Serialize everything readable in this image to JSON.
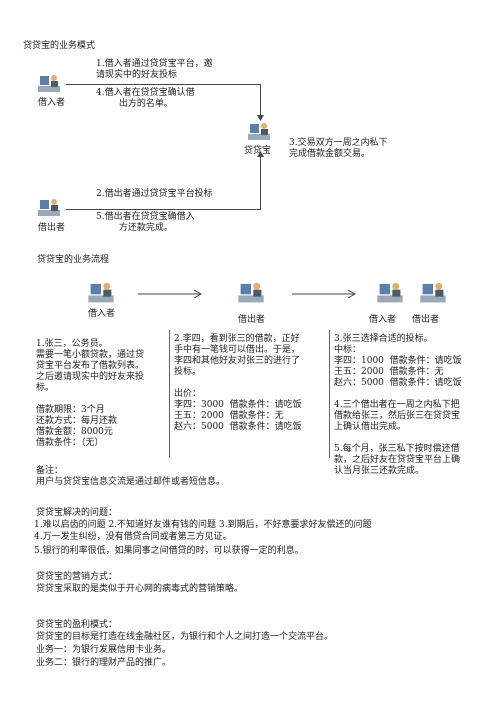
{
  "model": {
    "title": "贷贷宝的业务模式",
    "borrower_in": "借入者",
    "borrower_out": "借出者",
    "platform": "贷贷宝",
    "step1": "1.借入者通过贷贷宝平台，邀\n请现实中的好友投标",
    "step4": "4.借入者在贷贷宝确认借\n        出方的名单。",
    "step3": "3.交易双方一周之内私下\n完成借款金额交易。",
    "step2": "2.借出者通过贷贷宝平台投标",
    "step5": "5.借出者在贷贷宝确借入\n        方还款完成。"
  },
  "flow": {
    "title": "贷贷宝的业务流程",
    "label_in": "借入者",
    "label_out": "借出者",
    "label_in2": "借入者",
    "label_out2": "借出者",
    "col1": "1.张三，公务员。\n需要一笔小额贷款，通过贷\n贷宝平台发布了借款列表。\n之后邀请现实中的好友来投\n标。\n\n借款期限：3个月\n还款方式：每月还款\n借款金额：8000元\n借款条件：（无）",
    "col2": "2.李四，看到张三的借款，正好\n手中有一笔钱可以借出。于是，\n李四和其他好友对张三的进行了\n投标。\n\n出价：\n李四：3000  借款条件：请吃饭\n王五：2000  借款条件：无\n赵六：5000  借款条件：请吃饭",
    "col3": "3.张三选择合适的投标。\n中标：\n李四：1000  借款条件：请吃饭\n王五：2000  借款条件：无\n赵六：5000  借款条件：请吃饭\n\n4.三个借出者在一周之内私下把\n借款给张三，然后张三在贷贷宝\n上确认借出完成。\n\n5.每个月，张三私下按时偿还借\n款，之后好友在贷贷宝平台上确\n认当月张三还款完成。",
    "note": "备注：\n用户与贷贷宝信息交流是通过邮件或者短信息。"
  },
  "solve": {
    "title": "贷贷宝解决的问题：",
    "line1": "1.难以启齿的问题    2.不知道好友谁有钱的问题    3.到期后，不好意要求好友偿还的问题",
    "line2": "4.万一发生纠纷，没有借贷合同或者第三方见证。",
    "line3": "5.银行的利率很低，如果同事之间借贷的时，可以获得一定的利息。"
  },
  "marketing": {
    "title": "贷贷宝的营销方式：",
    "body": "贷贷宝采取的是类似于开心网的病毒式的营销策略。"
  },
  "profit": {
    "title": "贷贷宝的盈利模式：",
    "body": "贷贷宝的目标是打造在线金融社区，为银行和个人之间打造一个交流平台。",
    "biz1": "业务一：为银行发展信用卡业务。",
    "biz2": "业务二：银行的理财产品的推广。"
  }
}
